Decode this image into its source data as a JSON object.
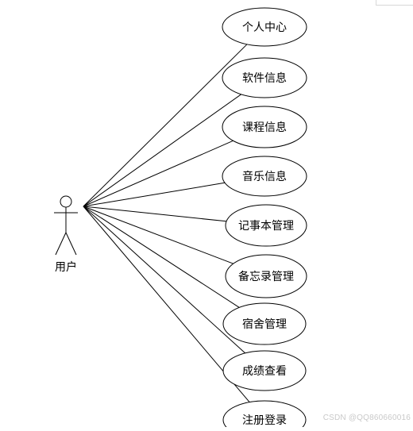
{
  "actor": {
    "label": "用户"
  },
  "use_cases": [
    {
      "label": "个人中心"
    },
    {
      "label": "软件信息"
    },
    {
      "label": "课程信息"
    },
    {
      "label": "音乐信息"
    },
    {
      "label": "记事本管理"
    },
    {
      "label": "备忘录管理"
    },
    {
      "label": "宿舍管理"
    },
    {
      "label": "成绩查看"
    },
    {
      "label": "注册登录"
    }
  ],
  "watermark": "CSDN @QQ860660016",
  "colors": {
    "stroke": "#000000",
    "background": "#ffffff",
    "watermark": "#c9c9c9"
  }
}
